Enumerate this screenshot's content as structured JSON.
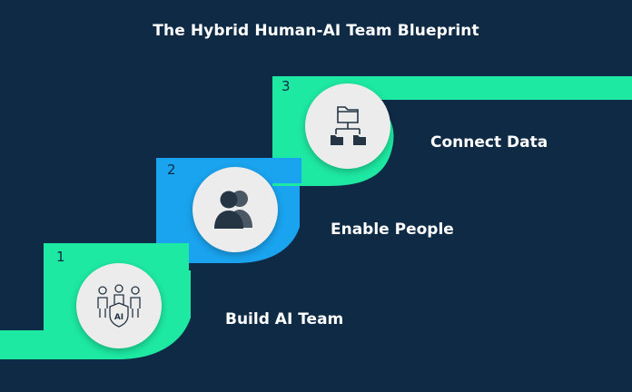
{
  "title": "The Hybrid Human-AI Team Blueprint",
  "colors": {
    "background": "#0f2a45",
    "green": "#1de9a2",
    "blue": "#1aa3ef",
    "circle": "#ececec",
    "icon": "#253544"
  },
  "steps": [
    {
      "number": "1",
      "label": "Build AI Team",
      "icon": "ai-team-icon"
    },
    {
      "number": "2",
      "label": "Enable People",
      "icon": "people-icon"
    },
    {
      "number": "3",
      "label": "Connect Data",
      "icon": "folder-network-icon"
    }
  ]
}
